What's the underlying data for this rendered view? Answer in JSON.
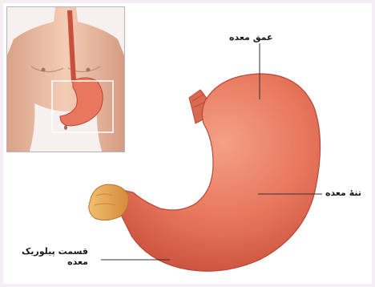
{
  "labels": {
    "fundus": "عمق معده",
    "body": "تنهٔ معده",
    "pyloric_line1": "قسمت پیلوریک",
    "pyloric_line2": "معده"
  },
  "colors": {
    "background": "#f3eef3",
    "stomach": "#e8775d",
    "stomach_shadow": "#c9503d",
    "stomach_highlight": "#f4a187",
    "skin": "#f0c2aa",
    "pylorus": "#e2a64a",
    "leader_line": "#333333"
  }
}
